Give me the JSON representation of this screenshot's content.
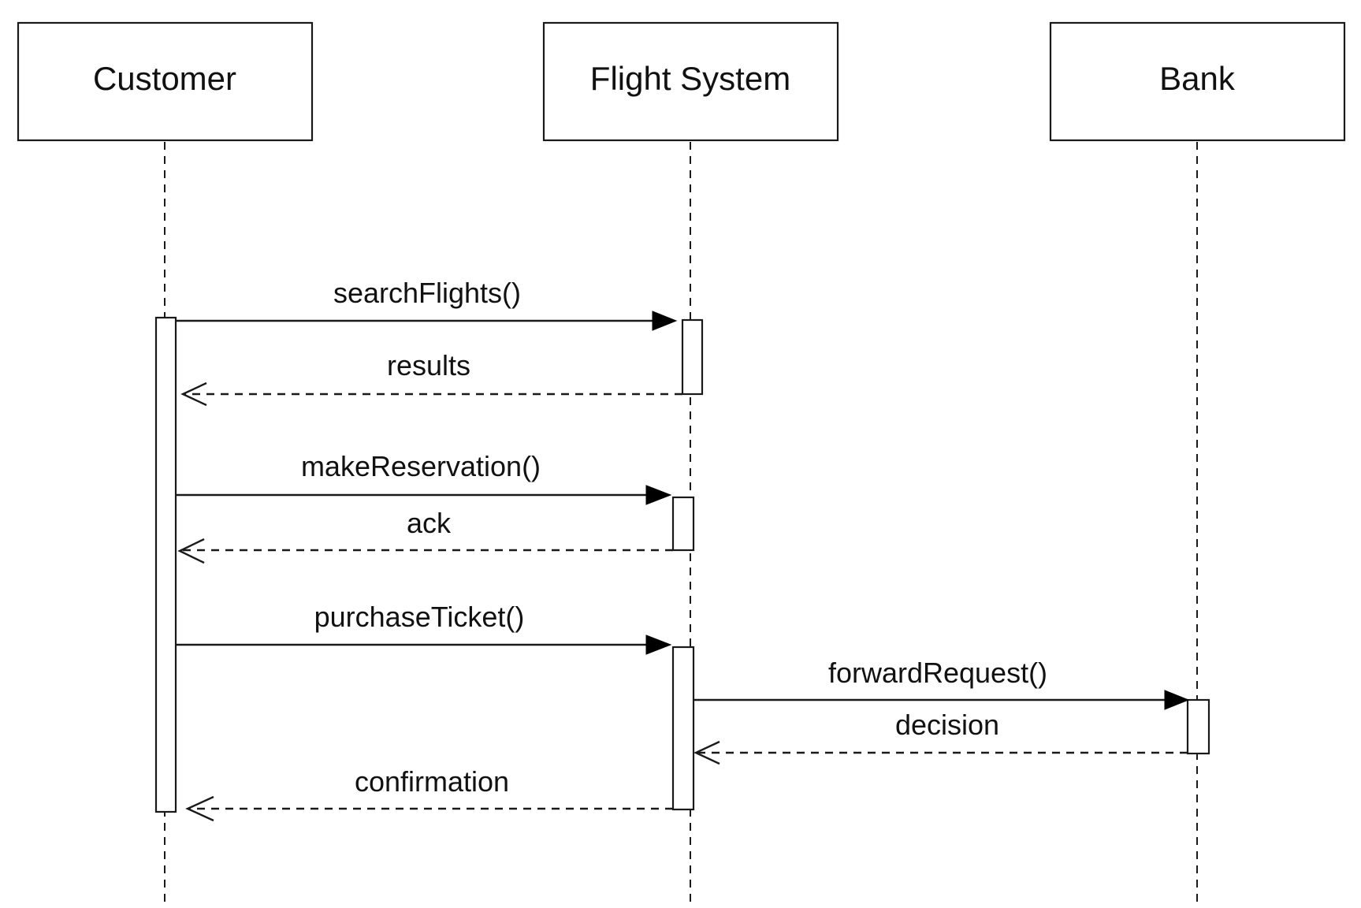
{
  "diagram": {
    "participants": [
      {
        "id": "customer",
        "label": "Customer"
      },
      {
        "id": "flight_system",
        "label": "Flight System"
      },
      {
        "id": "bank",
        "label": "Bank"
      }
    ],
    "messages": [
      {
        "id": "m1",
        "label": "searchFlights()",
        "from": "customer",
        "to": "flight_system",
        "kind": "synchronous call"
      },
      {
        "id": "m2",
        "label": "results",
        "from": "flight_system",
        "to": "customer",
        "kind": "return"
      },
      {
        "id": "m3",
        "label": "makeReservation()",
        "from": "customer",
        "to": "flight_system",
        "kind": "synchronous call"
      },
      {
        "id": "m4",
        "label": "ack",
        "from": "flight_system",
        "to": "customer",
        "kind": "return"
      },
      {
        "id": "m5",
        "label": "purchaseTicket()",
        "from": "customer",
        "to": "flight_system",
        "kind": "synchronous call"
      },
      {
        "id": "m6",
        "label": "forwardRequest()",
        "from": "flight_system",
        "to": "bank",
        "kind": "synchronous call"
      },
      {
        "id": "m7",
        "label": "decision",
        "from": "bank",
        "to": "flight_system",
        "kind": "return"
      },
      {
        "id": "m8",
        "label": "confirmation",
        "from": "flight_system",
        "to": "customer",
        "kind": "return"
      }
    ]
  }
}
